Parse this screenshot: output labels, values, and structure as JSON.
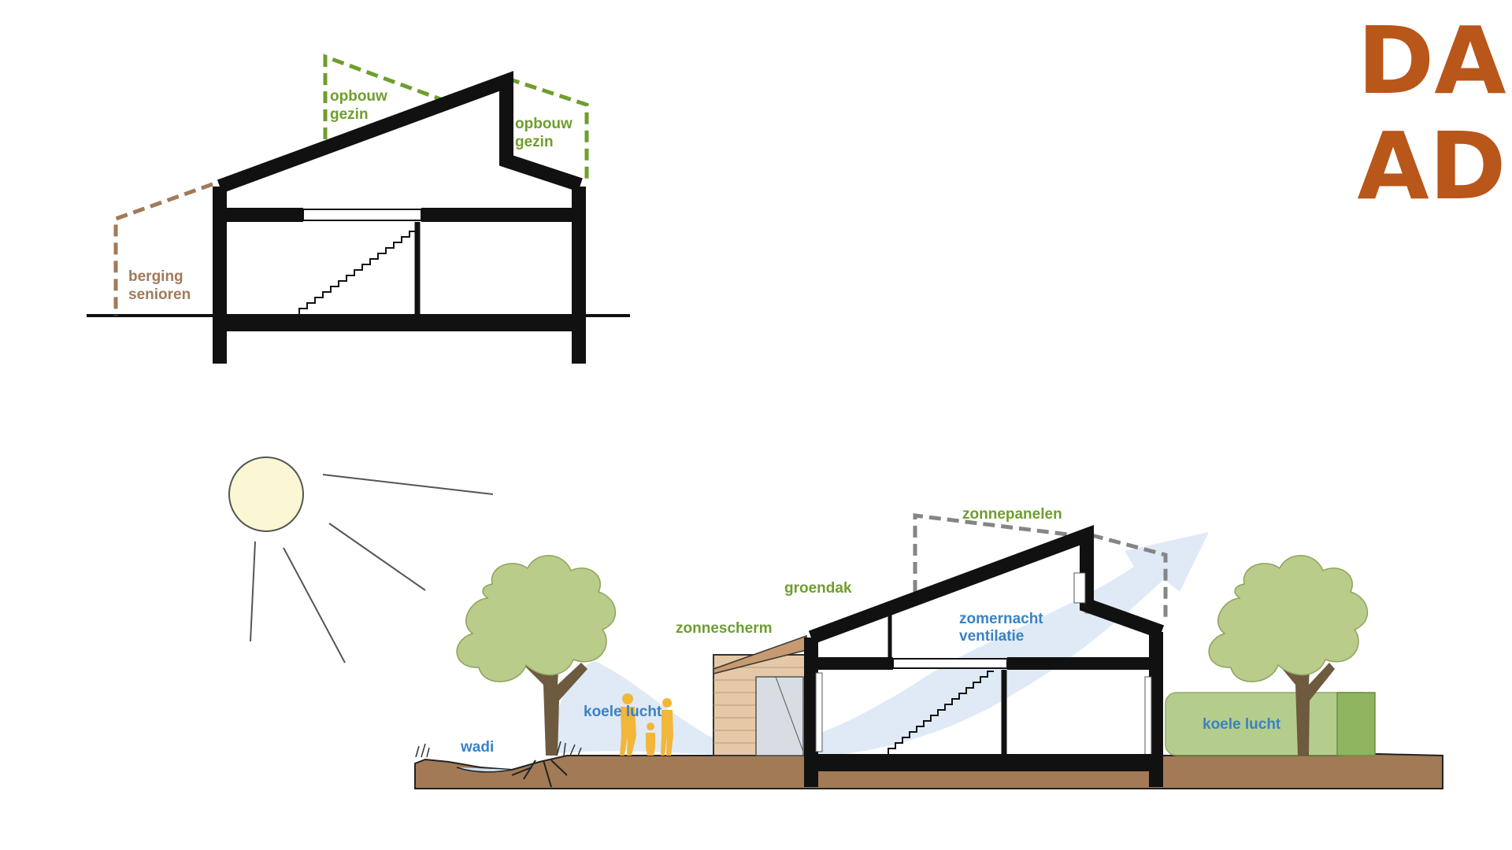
{
  "colors": {
    "green": "#6f9e2c",
    "brown_label": "#a07a5a",
    "blue": "#3a82c4",
    "grey_dash": "#858585",
    "logo": "#b9561a",
    "soil": "#a27a56",
    "tree": "#b9cc8a",
    "hedge": "#a7c57a",
    "sun": "#fbf7d4",
    "airflow": "#dbe8f5",
    "people": "#f2b63a"
  },
  "logo": {
    "line1": "DA",
    "line2": "AD"
  },
  "top_section": {
    "labels": {
      "opbouw_left": [
        "opbouw",
        "gezin"
      ],
      "opbouw_right": [
        "opbouw",
        "gezin"
      ],
      "berging": [
        "berging",
        "senioren"
      ]
    }
  },
  "bottom_section": {
    "labels": {
      "zonnepanelen": "zonnepanelen",
      "groendak": "groendak",
      "zonnescherm": "zonnescherm",
      "zomernacht": [
        "zomernacht",
        "ventilatie"
      ],
      "koele_lucht_left": "koele lucht",
      "koele_lucht_right": "koele lucht",
      "wadi": "wadi"
    },
    "icons": [
      "sun-icon",
      "tree-icon",
      "people-icon",
      "hedge-icon"
    ]
  }
}
